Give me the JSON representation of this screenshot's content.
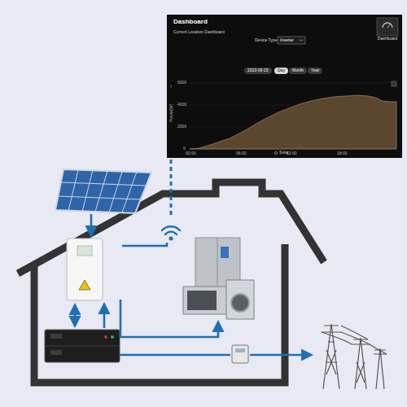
{
  "diagram": {
    "labels": [
      "Dashboard",
      "Current Location Dashboard",
      "Device Type",
      "Inverter",
      "2023-08-15",
      "Day",
      "Month",
      "Year",
      "Power(W)",
      "6000",
      "4000",
      "2000",
      "0",
      "00:00",
      "06:00",
      "12:00",
      "18:00",
      "Dashboard"
    ],
    "legend": [
      {
        "text": "Solar"
      }
    ]
  }
}
